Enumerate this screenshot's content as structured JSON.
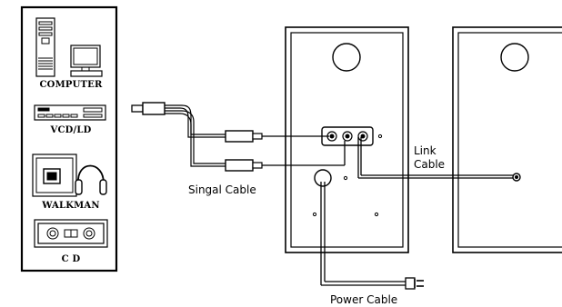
{
  "diagram": {
    "sources": [
      {
        "id": "computer",
        "label": "COMPUTER"
      },
      {
        "id": "vcd",
        "label": "VCD/LD"
      },
      {
        "id": "walkman",
        "label": "WALKMAN"
      },
      {
        "id": "cd",
        "label": "C D"
      }
    ],
    "cables": {
      "signal": "Singal Cable",
      "link_line1": "Link",
      "link_line2": "Cable",
      "power": "Power Cable"
    }
  }
}
